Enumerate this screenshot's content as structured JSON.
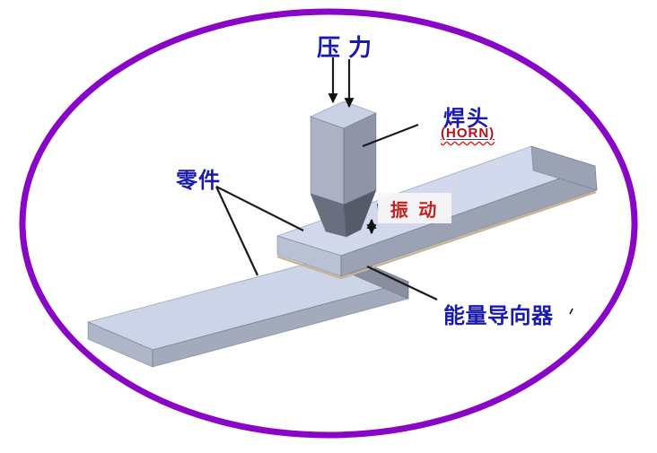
{
  "diagram": {
    "labels": {
      "pressure": "压力",
      "horn": "焊头",
      "horn_en": "(HORN)",
      "parts": "零件",
      "vibration": "振 动",
      "energy_director": "能量导向器"
    },
    "colors": {
      "ellipse_stroke": "#8A06C6",
      "label_blue": "#1A1AAE",
      "label_red": "#C32020",
      "horn_en_red": "#B41414",
      "annotation_line": "#1A1A1A",
      "seam": "#C9B292",
      "vibration_box_bg": "#F6F6F6",
      "lower_bar_top": "#CCD4E7",
      "lower_bar_cap": "#AEB6C8",
      "lower_bar_front": "#A2AABC",
      "lower_bar_end": "#8A8FA0",
      "upper_bar_top": "#D2D9EC",
      "upper_bar_cap": "#B9C1D3",
      "upper_bar_front": "#9AA2B4",
      "upper_bar_end": "#9BA2B4",
      "horn_top": "#C9D1E4",
      "horn_left": "#ACB2C4",
      "horn_right": "#8F95A7",
      "horn_tip_left": "#6A6F7F",
      "horn_tip_right": "#565B6A"
    }
  }
}
